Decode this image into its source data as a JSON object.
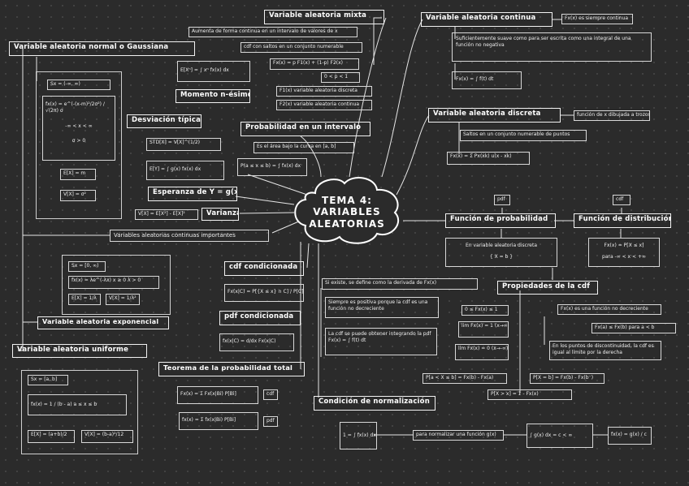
{
  "central": {
    "title": "TEMA 4:\nVARIABLES\nALEATORIAS"
  },
  "mixta": {
    "title": "Variable aleatoria mixta",
    "desc1": "Aumenta de forma continua en un intervalo de valores de x",
    "desc2": "cdf con saltos en un conjunto numerable",
    "f1": "Fx(x) = p F1(x) + (1-p) F2(x)",
    "f2": "0 < p < 1",
    "f3": "F1(x) variable aleatoria discreta",
    "f4": "F2(x) variable aleatoria continua"
  },
  "continua": {
    "title": "Variable aleatoria continua",
    "note": "Fx(x) es siempre continua",
    "desc": "Suficientemente suave como para ser escrita como una integral de una función no negativa",
    "formula": "Fx(x) = ∫ f(t) dt"
  },
  "discreta": {
    "title": "Variable aleatoria discreta",
    "note": "función de x dibujada a trozos",
    "desc": "Saltos en un conjunto numerable de puntos",
    "formula": "Fx(x) = Σ Px(xk) u(x - xk)"
  },
  "normal": {
    "title": "Variable aleatoria normal o Gaussiana",
    "sx": "Sx = (-∞, ∞)",
    "pdf": "fx(x) = e^(-(x-m)²/2σ²) / √(2π) σ",
    "range": "-∞ < x < ∞",
    "sigma": "σ > 0",
    "ex": "E[X] = m",
    "vx": "V[X] = σ²"
  },
  "momento": {
    "title": "Momento n-ésimo",
    "formula": "E[Xⁿ] = ∫ xⁿ fx(x) dx"
  },
  "desviacion": {
    "title": "Desviación típica",
    "formula": "STD[X] = V[X]^(1/2)"
  },
  "esperanza": {
    "title": "Esperanza de Y = g(x)",
    "formula": "E[Y] = ∫ g(x) fx(x) dx"
  },
  "varianza": {
    "title": "Varianza",
    "formula": "V[X] = E[X²] - E[X]²"
  },
  "prob_intervalo": {
    "title": "Probabilidad en un intervalo",
    "desc": "Es el área bajo la curva en [a, b]",
    "formula": "P(a ≤ x ≤ b) = ∫ fx(x) dx"
  },
  "importantes": {
    "title": "Variables aleatorias continuas importantes"
  },
  "exponencial": {
    "title": "Variable aleatoria exponencial",
    "sx": "Sx = [0, ∞)",
    "pdf": "fx(x) = λe^(-λx)   x ≥ 0   λ > 0",
    "ex": "E[X] = 1/λ",
    "vx": "V[X] = 1/λ²"
  },
  "uniforme": {
    "title": "Variable aleatoria uniforme",
    "sx": "Sx = [a, b]",
    "pdf": "fx(x) = 1 / (b - a)    a ≤ x ≤ b",
    "ex": "E[X] = (a+b)/2",
    "vx": "V[X] = (b-a)²/12"
  },
  "cdf_cond": {
    "title": "cdf condicionada",
    "formula": "Fx(x|C) = P[{X ≤ x} ∩ C] / P[C]"
  },
  "pdf_cond": {
    "title": "pdf condicionada",
    "formula": "fx(x|C) = d/dx Fx(x|C)"
  },
  "teorema": {
    "title": "Teorema de la probabilidad total",
    "f1": "Fx(x) = Σ Fx(x|Bi) P[Bi]",
    "tag1": "cdf",
    "f2": "fx(x) = Σ fx(x|Bi) P[Bi]",
    "tag2": "pdf"
  },
  "funcion_prob": {
    "title": "Función de probabilidad",
    "tag": "pdf",
    "desc": "En variable aleatoria discreta",
    "formula": "{ X = b }"
  },
  "funcion_dist": {
    "title": "Función de distribución",
    "tag": "cdf",
    "formula": "Fx(x) = P[X ≤ x]",
    "range": "para -∞ < x < +∞"
  },
  "derivada": {
    "d1": "Si existe, se define como la derivada de Fx(x)",
    "d2": "Siempre es positiva porque la cdf es una función no decreciente",
    "d3": "La cdf se puede obtener integrando la pdf   Fx(x) = ∫ f(t) dt"
  },
  "propiedades": {
    "title": "Propiedades de la cdf",
    "p1": "0 ≤ Fx(x) ≤ 1",
    "p2": "lim Fx(x) = 1  (x→∞)",
    "p3": "lim Fx(x) = 0  (x→-∞)",
    "p4": "P[a < X ≤ b] = Fx(b) - Fx(a)",
    "p5": "P[X = b] = Fx(b) - Fx(b⁻)",
    "p6": "P[X > x] = 1 - Fx(x)",
    "r1": "Fx(x) es una función no decreciente",
    "r2": "Fx(a) ≤ Fx(b)  para a < b",
    "r3": "En los puntos de discontinuidad, la cdf es igual al límite por la derecha"
  },
  "normalizacion": {
    "title": "Condición de normalización",
    "f1": "1 = ∫ fx(x) dx",
    "note": "para normalizar una función g(x)",
    "f2": "∫ g(x) dx = c < ∞",
    "f3": "fx(x) = g(x) / c"
  }
}
